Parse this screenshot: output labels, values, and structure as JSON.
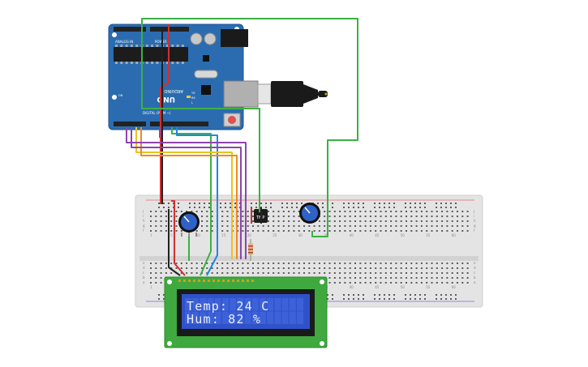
{
  "circuit": {
    "arduino": {
      "model": "UNO",
      "brand": "ARDUINO",
      "labels": {
        "power": "POWER",
        "analog_in": "ANALOG IN",
        "digital": "DIGITAL (PWM ~)",
        "tx": "TX",
        "rx": "RX",
        "on": "ON",
        "l": "L"
      },
      "board_color": "#2b6cb0"
    },
    "sensor": {
      "label": "TMP"
    },
    "lcd": {
      "line1": "Temp: 24 C",
      "line2": "Hum: 82 %",
      "screen_color": "#2f52c8",
      "pcb_color": "#3fa93f"
    },
    "breadboard": {
      "column_numbers": [
        "1",
        "5",
        "10",
        "15",
        "20",
        "25",
        "30",
        "35",
        "40",
        "45",
        "50",
        "55",
        "60"
      ],
      "row_letters_top": [
        "j",
        "i",
        "h",
        "g",
        "f"
      ],
      "row_letters_bottom": [
        "e",
        "d",
        "c",
        "b",
        "a"
      ]
    },
    "wire_colors": {
      "red": "#d32f2f",
      "black": "#222222",
      "green": "#3cb043",
      "blue": "#1e88e5",
      "yellow": "#e8c31e",
      "orange": "#f08a24",
      "purple": "#8e44ad"
    }
  }
}
